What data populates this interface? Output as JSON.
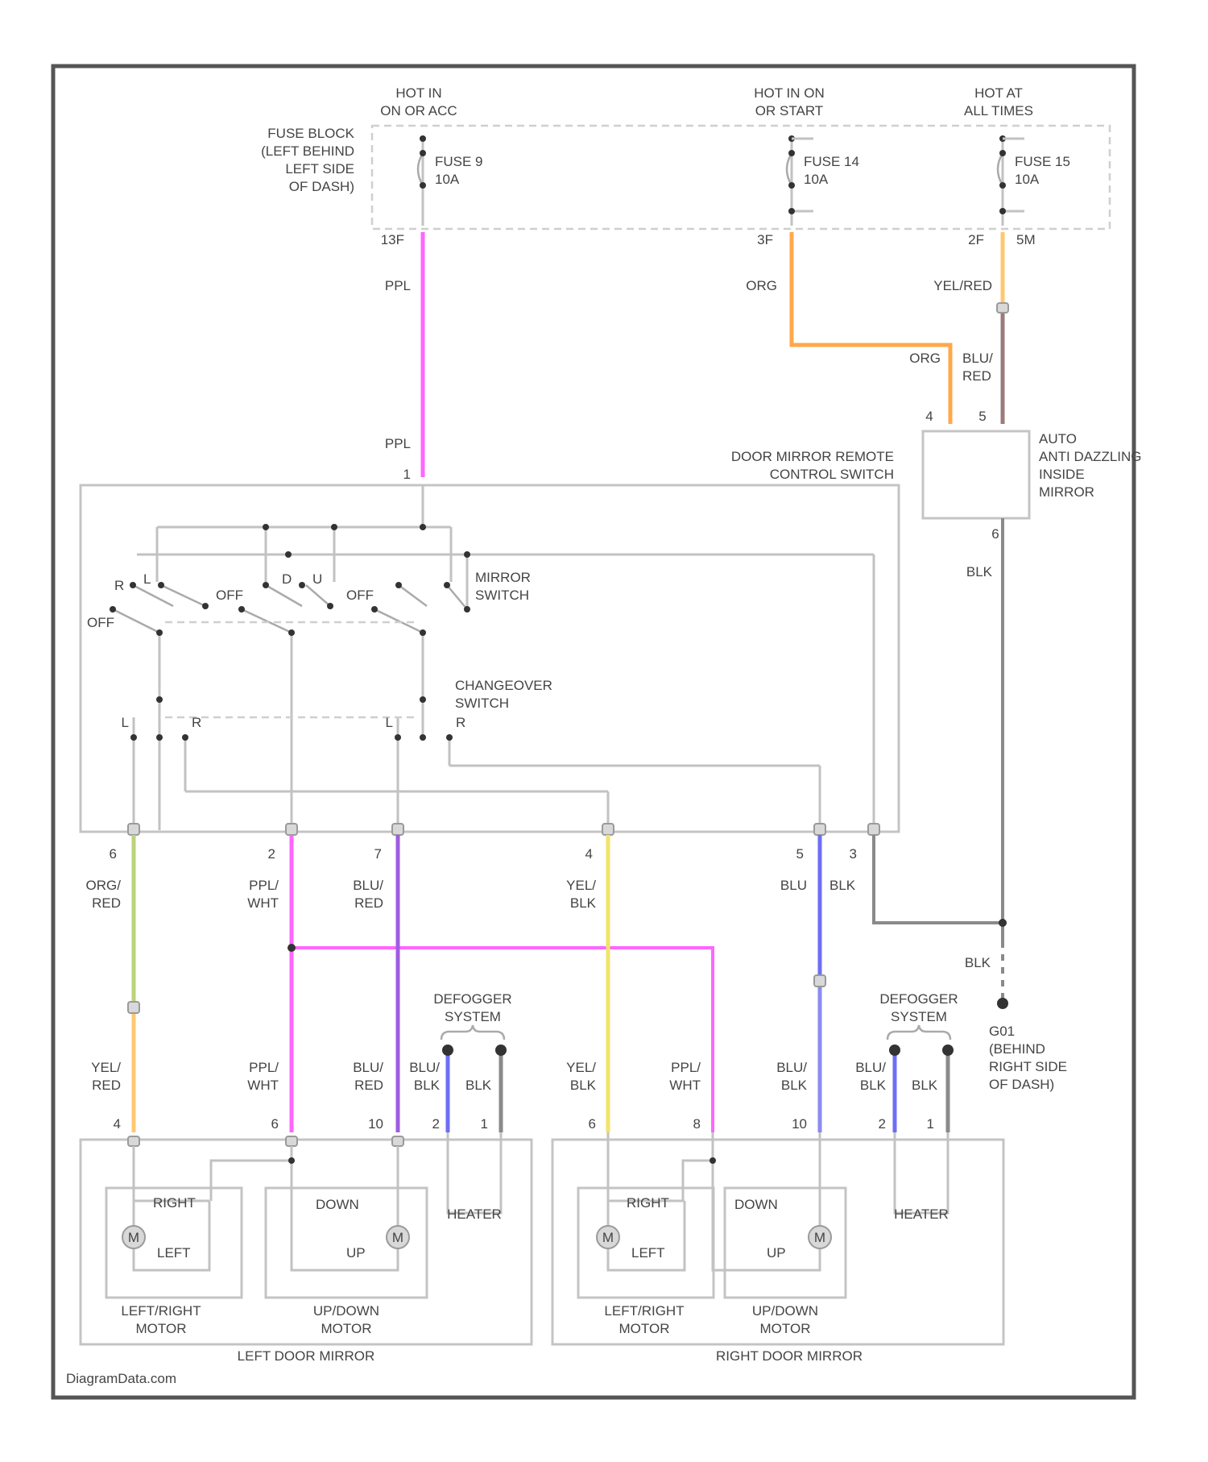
{
  "header": {
    "hot_acc": [
      "HOT IN",
      "ON OR ACC"
    ],
    "hot_on": [
      "HOT IN ON",
      "OR START"
    ],
    "hot_all": [
      "HOT AT",
      "ALL TIMES"
    ]
  },
  "fuse_block": {
    "label": [
      "FUSE BLOCK",
      "(LEFT BEHIND",
      "LEFT SIDE",
      "OF DASH)"
    ],
    "fuse_a": [
      "FUSE 9",
      "10A"
    ],
    "fuse_b": [
      "FUSE 14",
      "10A"
    ],
    "fuse_c": [
      "FUSE 15",
      "10A"
    ],
    "pin_a": "13F",
    "pin_b": "3F",
    "pin_c": "2F",
    "pin_c2": "5M"
  },
  "wires": {
    "ppl_top": "PPL",
    "ppl_mid": "PPL",
    "org_top": "ORG",
    "org_mid": "ORG",
    "yel_red_top": "YEL/RED",
    "blu_red_top": [
      "BLU/",
      "RED"
    ],
    "blk_right": "BLK",
    "blk_gnd": "BLK",
    "w1": [
      "ORG/",
      "RED"
    ],
    "w2": [
      "PPL/",
      "WHT"
    ],
    "w3": [
      "BLU/",
      "RED"
    ],
    "w4": [
      "YEL/",
      "BLK"
    ],
    "w5": "BLU",
    "w5b": "BLK",
    "b1": [
      "YEL/",
      "RED"
    ],
    "b2": [
      "PPL/",
      "WHT"
    ],
    "b3": [
      "BLU/",
      "RED"
    ],
    "b4": [
      "BLU/",
      "BLK"
    ],
    "b4b": "BLK",
    "b5": [
      "YEL/",
      "BLK"
    ],
    "b6": [
      "PPL/",
      "WHT"
    ],
    "b7": [
      "BLU/",
      "BLK"
    ],
    "b8": [
      "BLU/",
      "BLK"
    ],
    "b8b": "BLK"
  },
  "mirror_unit": {
    "pins": [
      "4",
      "5"
    ],
    "label": [
      "AUTO",
      "ANTI DAZZLING",
      "INSIDE",
      "MIRROR"
    ],
    "pin_bottom": "6"
  },
  "remote_switch": {
    "title": [
      "DOOR MIRROR REMOTE",
      "CONTROL SWITCH"
    ],
    "pin_top": "1",
    "mirror_switch": [
      "MIRROR",
      "SWITCH"
    ],
    "changeover": [
      "CHANGEOVER",
      "SWITCH"
    ],
    "off": "OFF",
    "sw_labels": [
      "R",
      "L",
      "D",
      "U"
    ],
    "lr_labels": [
      "L",
      "R",
      "L",
      "R"
    ],
    "pins": [
      "6",
      "2",
      "7",
      "4",
      "5",
      "3"
    ]
  },
  "ground": {
    "label": [
      "G01",
      "(BEHIND",
      "RIGHT SIDE",
      "OF DASH)"
    ]
  },
  "defogger": {
    "left": [
      "DEFOGGER",
      "SYSTEM"
    ],
    "right": [
      "DEFOGGER",
      "SYSTEM"
    ]
  },
  "left_mirror": {
    "pins": [
      "4",
      "6",
      "10",
      "2",
      "1"
    ],
    "lr_motor": [
      "LEFT/RIGHT",
      "MOTOR"
    ],
    "ud_motor": [
      "UP/DOWN",
      "MOTOR"
    ],
    "right": "RIGHT",
    "left": "LEFT",
    "down": "DOWN",
    "up": "UP",
    "m": "M",
    "heater": "HEATER",
    "title": "LEFT DOOR MIRROR"
  },
  "right_mirror": {
    "pins": [
      "6",
      "8",
      "10",
      "2",
      "1"
    ],
    "lr_motor": [
      "LEFT/RIGHT",
      "MOTOR"
    ],
    "ud_motor": [
      "UP/DOWN",
      "MOTOR"
    ],
    "right": "RIGHT",
    "left": "LEFT",
    "down": "DOWN",
    "up": "UP",
    "m": "M",
    "heater": "HEATER",
    "title": "RIGHT DOOR MIRROR"
  },
  "footer": {
    "watermark": "DiagramData.com"
  },
  "colors": {
    "ppl": "#ff66ff",
    "org": "#ffa84a",
    "yel": "#f2e36a",
    "olive": "#bcd37a",
    "blu": "#6e6ef5",
    "purple": "#a05ce0",
    "brown": "#9a7b7b",
    "gray": "#8a8a8a"
  }
}
